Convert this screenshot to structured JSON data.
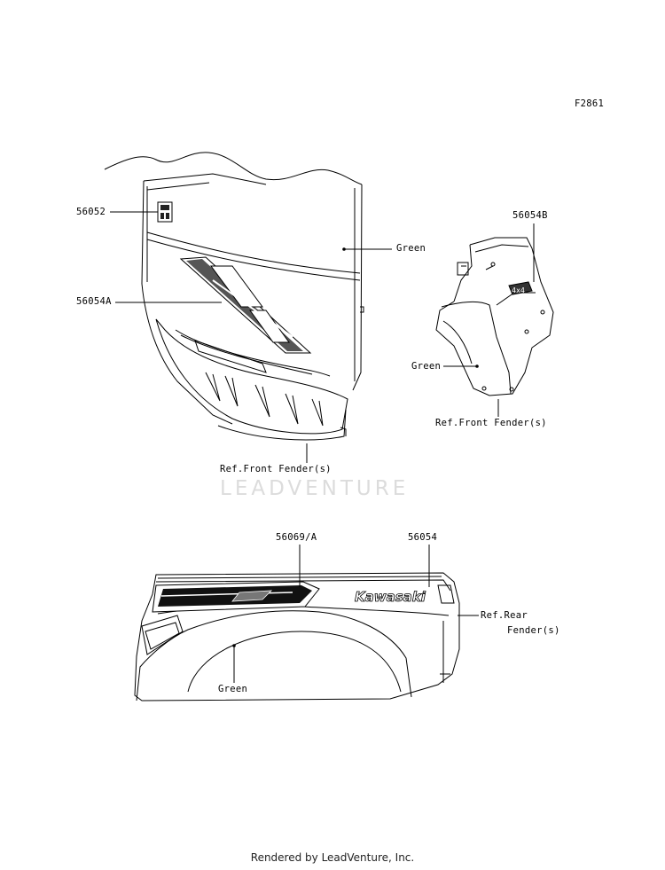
{
  "figure_id": "F2861",
  "watermark": "LEADVENTURE",
  "footer": "Rendered by LeadVenture, Inc.",
  "labels": {
    "p56052": "56052",
    "p56054A": "56054A",
    "green_front": "Green",
    "ref_front_fender_1": "Ref.Front Fender(s)",
    "p56054B": "56054B",
    "green_side": "Green",
    "ref_front_fender_2": "Ref.Front Fender(s)",
    "p56069A": "56069/A",
    "p56054": "56054",
    "ref_rear_fender_line1": "Ref.Rear",
    "ref_rear_fender_line2": "Fender(s)",
    "green_rear": "Green"
  },
  "decal_texts": {
    "brand": "Kawasaki",
    "side_badge": "4x4"
  }
}
